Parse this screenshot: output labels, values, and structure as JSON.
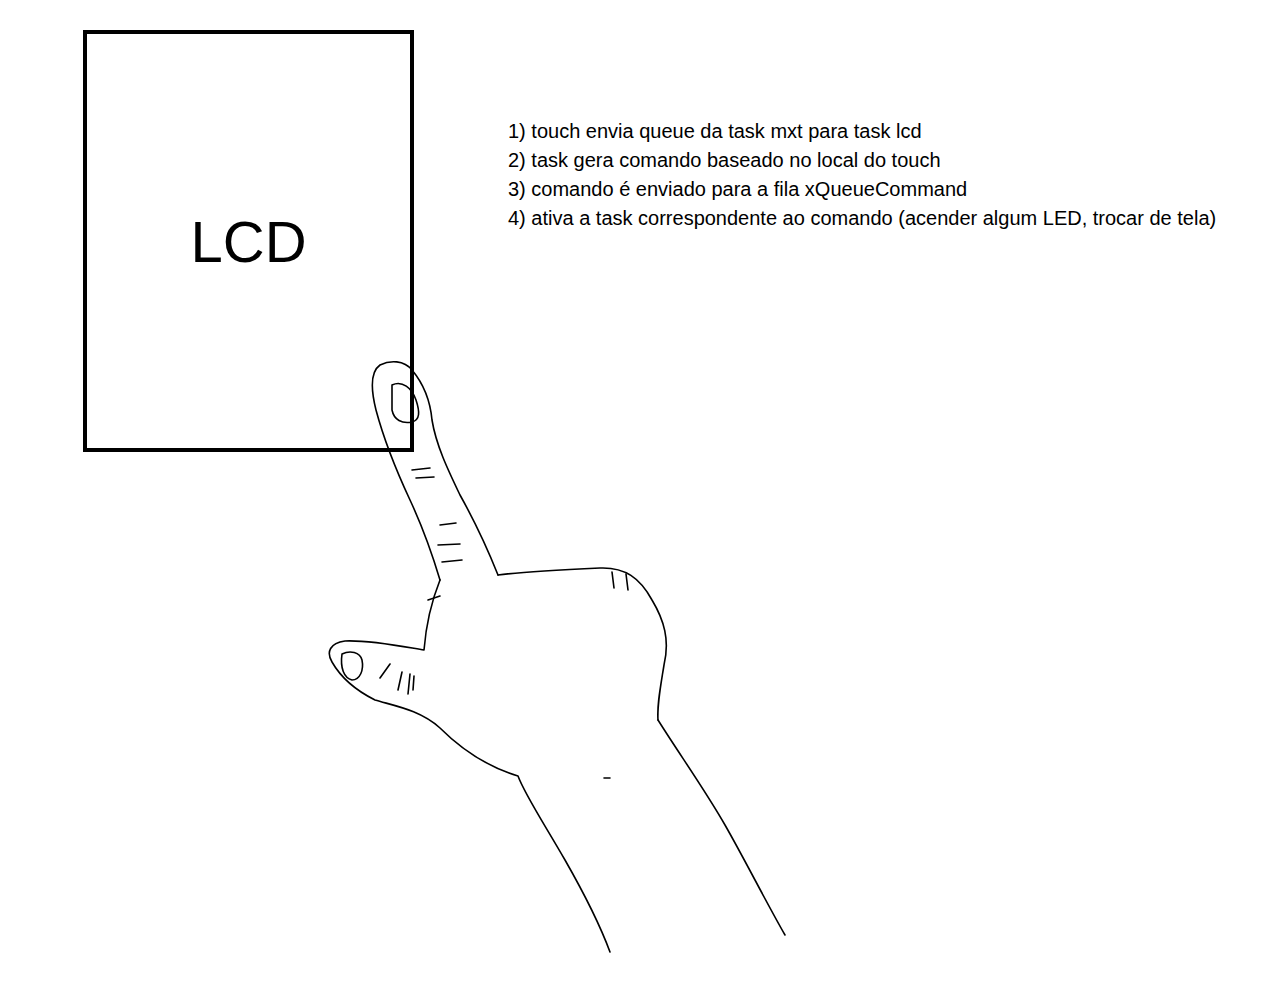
{
  "diagram": {
    "nodes": [
      {
        "text": [
          "LCD"
        ]
      }
    ],
    "labels": [
      "1) touch envia queue da task mxt para task lcd",
      "2) task gera comando baseado no local do touch",
      "3) comando é enviado para a fila xQueueCommand",
      "4) ativa a task correspondente ao comando (acender algum LED, trocar de tela)"
    ]
  }
}
